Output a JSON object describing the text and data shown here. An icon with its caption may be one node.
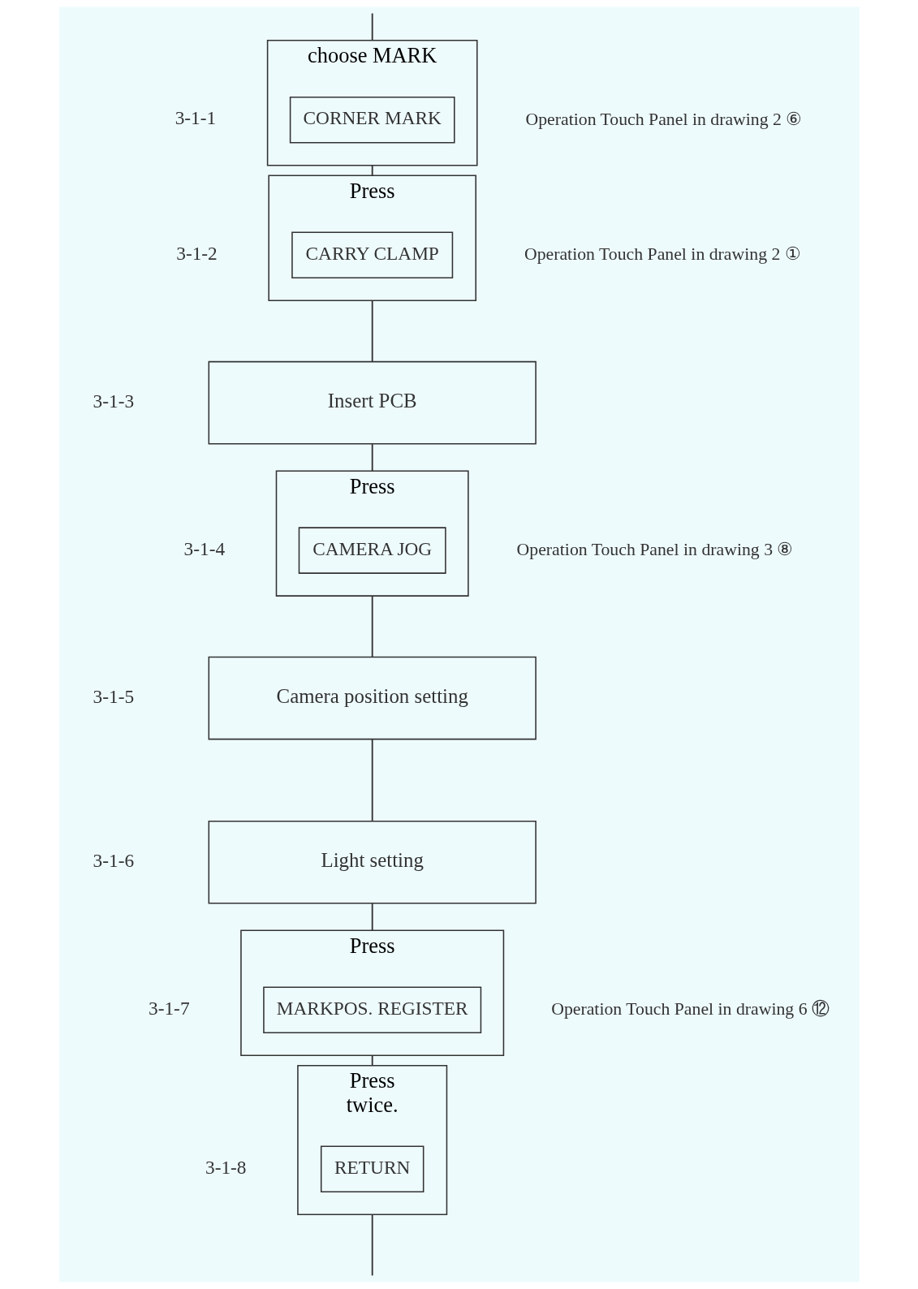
{
  "diagram": {
    "nodes": [
      {
        "text": [
          "choose MARK"
        ],
        "beside": [
          "3-1-1",
          "Operation Touch Panel in drawing 2 ⑥"
        ]
      },
      {
        "text": [
          "CORNER MARK"
        ],
        "in": 0
      },
      {
        "text": [
          "Press"
        ],
        "beside": [
          "3-1-2",
          "Operation Touch Panel in drawing 2 ①"
        ]
      },
      {
        "text": [
          "CARRY CLAMP"
        ],
        "in": 2
      },
      {
        "text": [
          "Insert PCB"
        ],
        "beside": [
          "3-1-3"
        ]
      },
      {
        "text": [
          "Press"
        ],
        "beside": [
          "3-1-4",
          "Operation Touch Panel in drawing 3 ⑧"
        ]
      },
      {
        "text": [
          "CAMERA JOG"
        ],
        "in": 5
      },
      {
        "text": [
          "Camera position setting"
        ],
        "beside": [
          "3-1-5"
        ]
      },
      {
        "text": [
          "Light setting"
        ],
        "beside": [
          "3-1-6"
        ]
      },
      {
        "text": [
          "Press"
        ],
        "beside": [
          "3-1-7",
          "Operation Touch Panel in drawing 6 ⑫"
        ]
      },
      {
        "text": [
          "MARKPOS. REGISTER"
        ],
        "in": 9
      },
      {
        "text": [
          "Press",
          "twice."
        ],
        "beside": [
          "3-1-8"
        ]
      },
      {
        "text": [
          "RETURN"
        ],
        "in": 11
      }
    ],
    "edges": [
      {
        "from": null,
        "to": 0,
        "arrow": "none"
      },
      {
        "from": 0,
        "to": 2,
        "arrow": "none"
      },
      {
        "from": 2,
        "to": 4,
        "arrow": "none"
      },
      {
        "from": 4,
        "to": 5,
        "arrow": "none"
      },
      {
        "from": 5,
        "to": 7,
        "arrow": "none"
      },
      {
        "from": 7,
        "to": 8,
        "arrow": "none"
      },
      {
        "from": 8,
        "to": 9,
        "arrow": "none"
      },
      {
        "from": 9,
        "to": 11,
        "arrow": "none"
      },
      {
        "from": 11,
        "to": null,
        "arrow": "none"
      }
    ]
  }
}
